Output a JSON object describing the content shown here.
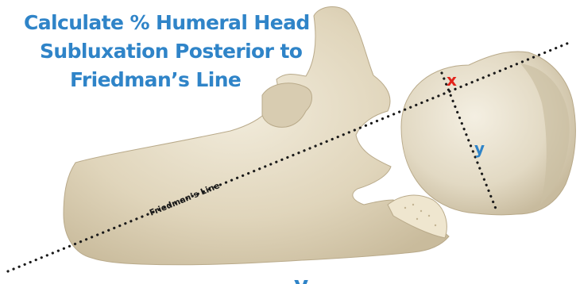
{
  "title": {
    "lines": [
      "Calculate % Humeral Head",
      "Subluxation Posterior to",
      "Friedman’s Line"
    ]
  },
  "labels": {
    "friedmans_line": "Friedman’s Line",
    "x_segment": "x",
    "y_segment": "y",
    "formula_fragment": "y"
  },
  "colors": {
    "title": "#2f84c8",
    "x_label": "#e2231a",
    "y_label": "#2f84c8",
    "bone": "#e2d8c0",
    "bone_shadow": "#c7b99b",
    "line": "#1a1a1a"
  }
}
